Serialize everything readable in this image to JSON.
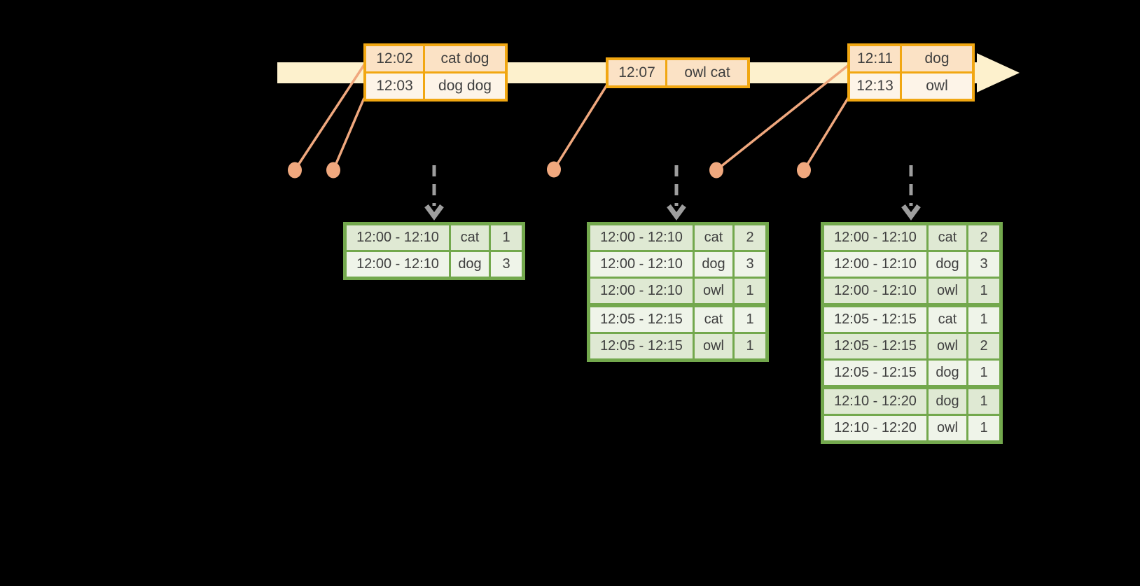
{
  "colors": {
    "background": "#000000",
    "timeline_band": "#fdf1cd",
    "event_border": "#f1a712",
    "event_row_peach": "#fbe2c5",
    "event_row_cream": "#fdf4e8",
    "connector_salmon": "#f0a87e",
    "trigger_gray": "#9e9e9e",
    "result_border": "#73a84d",
    "result_row_green": "#dfe9d3",
    "result_row_light": "#eff4e9",
    "text": "#3f3f3f"
  },
  "event_tables": [
    {
      "id": "event-table-1",
      "rows": [
        {
          "time": "12:02",
          "words": "cat dog"
        },
        {
          "time": "12:03",
          "words": "dog dog"
        }
      ]
    },
    {
      "id": "event-table-2",
      "rows": [
        {
          "time": "12:07",
          "words": "owl cat"
        }
      ]
    },
    {
      "id": "event-table-3",
      "rows": [
        {
          "time": "12:11",
          "words": "dog"
        },
        {
          "time": "12:13",
          "words": "owl"
        }
      ]
    }
  ],
  "result_tables": [
    {
      "id": "result-table-1",
      "rows": [
        {
          "window": "12:00 - 12:10",
          "word": "cat",
          "count": "1"
        },
        {
          "window": "12:00 - 12:10",
          "word": "dog",
          "count": "3"
        }
      ]
    },
    {
      "id": "result-table-2",
      "rows": [
        {
          "window": "12:00 - 12:10",
          "word": "cat",
          "count": "2"
        },
        {
          "window": "12:00 - 12:10",
          "word": "dog",
          "count": "3"
        },
        {
          "window": "12:00 - 12:10",
          "word": "owl",
          "count": "1"
        },
        {
          "window": "12:05 - 12:15",
          "word": "cat",
          "count": "1",
          "group_start": true
        },
        {
          "window": "12:05 - 12:15",
          "word": "owl",
          "count": "1"
        }
      ]
    },
    {
      "id": "result-table-3",
      "rows": [
        {
          "window": "12:00 - 12:10",
          "word": "cat",
          "count": "2"
        },
        {
          "window": "12:00 - 12:10",
          "word": "dog",
          "count": "3"
        },
        {
          "window": "12:00 - 12:10",
          "word": "owl",
          "count": "1"
        },
        {
          "window": "12:05 - 12:15",
          "word": "cat",
          "count": "1",
          "group_start": true
        },
        {
          "window": "12:05 - 12:15",
          "word": "owl",
          "count": "2"
        },
        {
          "window": "12:05 - 12:15",
          "word": "dog",
          "count": "1"
        },
        {
          "window": "12:10 - 12:20",
          "word": "dog",
          "count": "1",
          "group_start": true
        },
        {
          "window": "12:10 - 12:20",
          "word": "owl",
          "count": "1"
        }
      ]
    }
  ]
}
